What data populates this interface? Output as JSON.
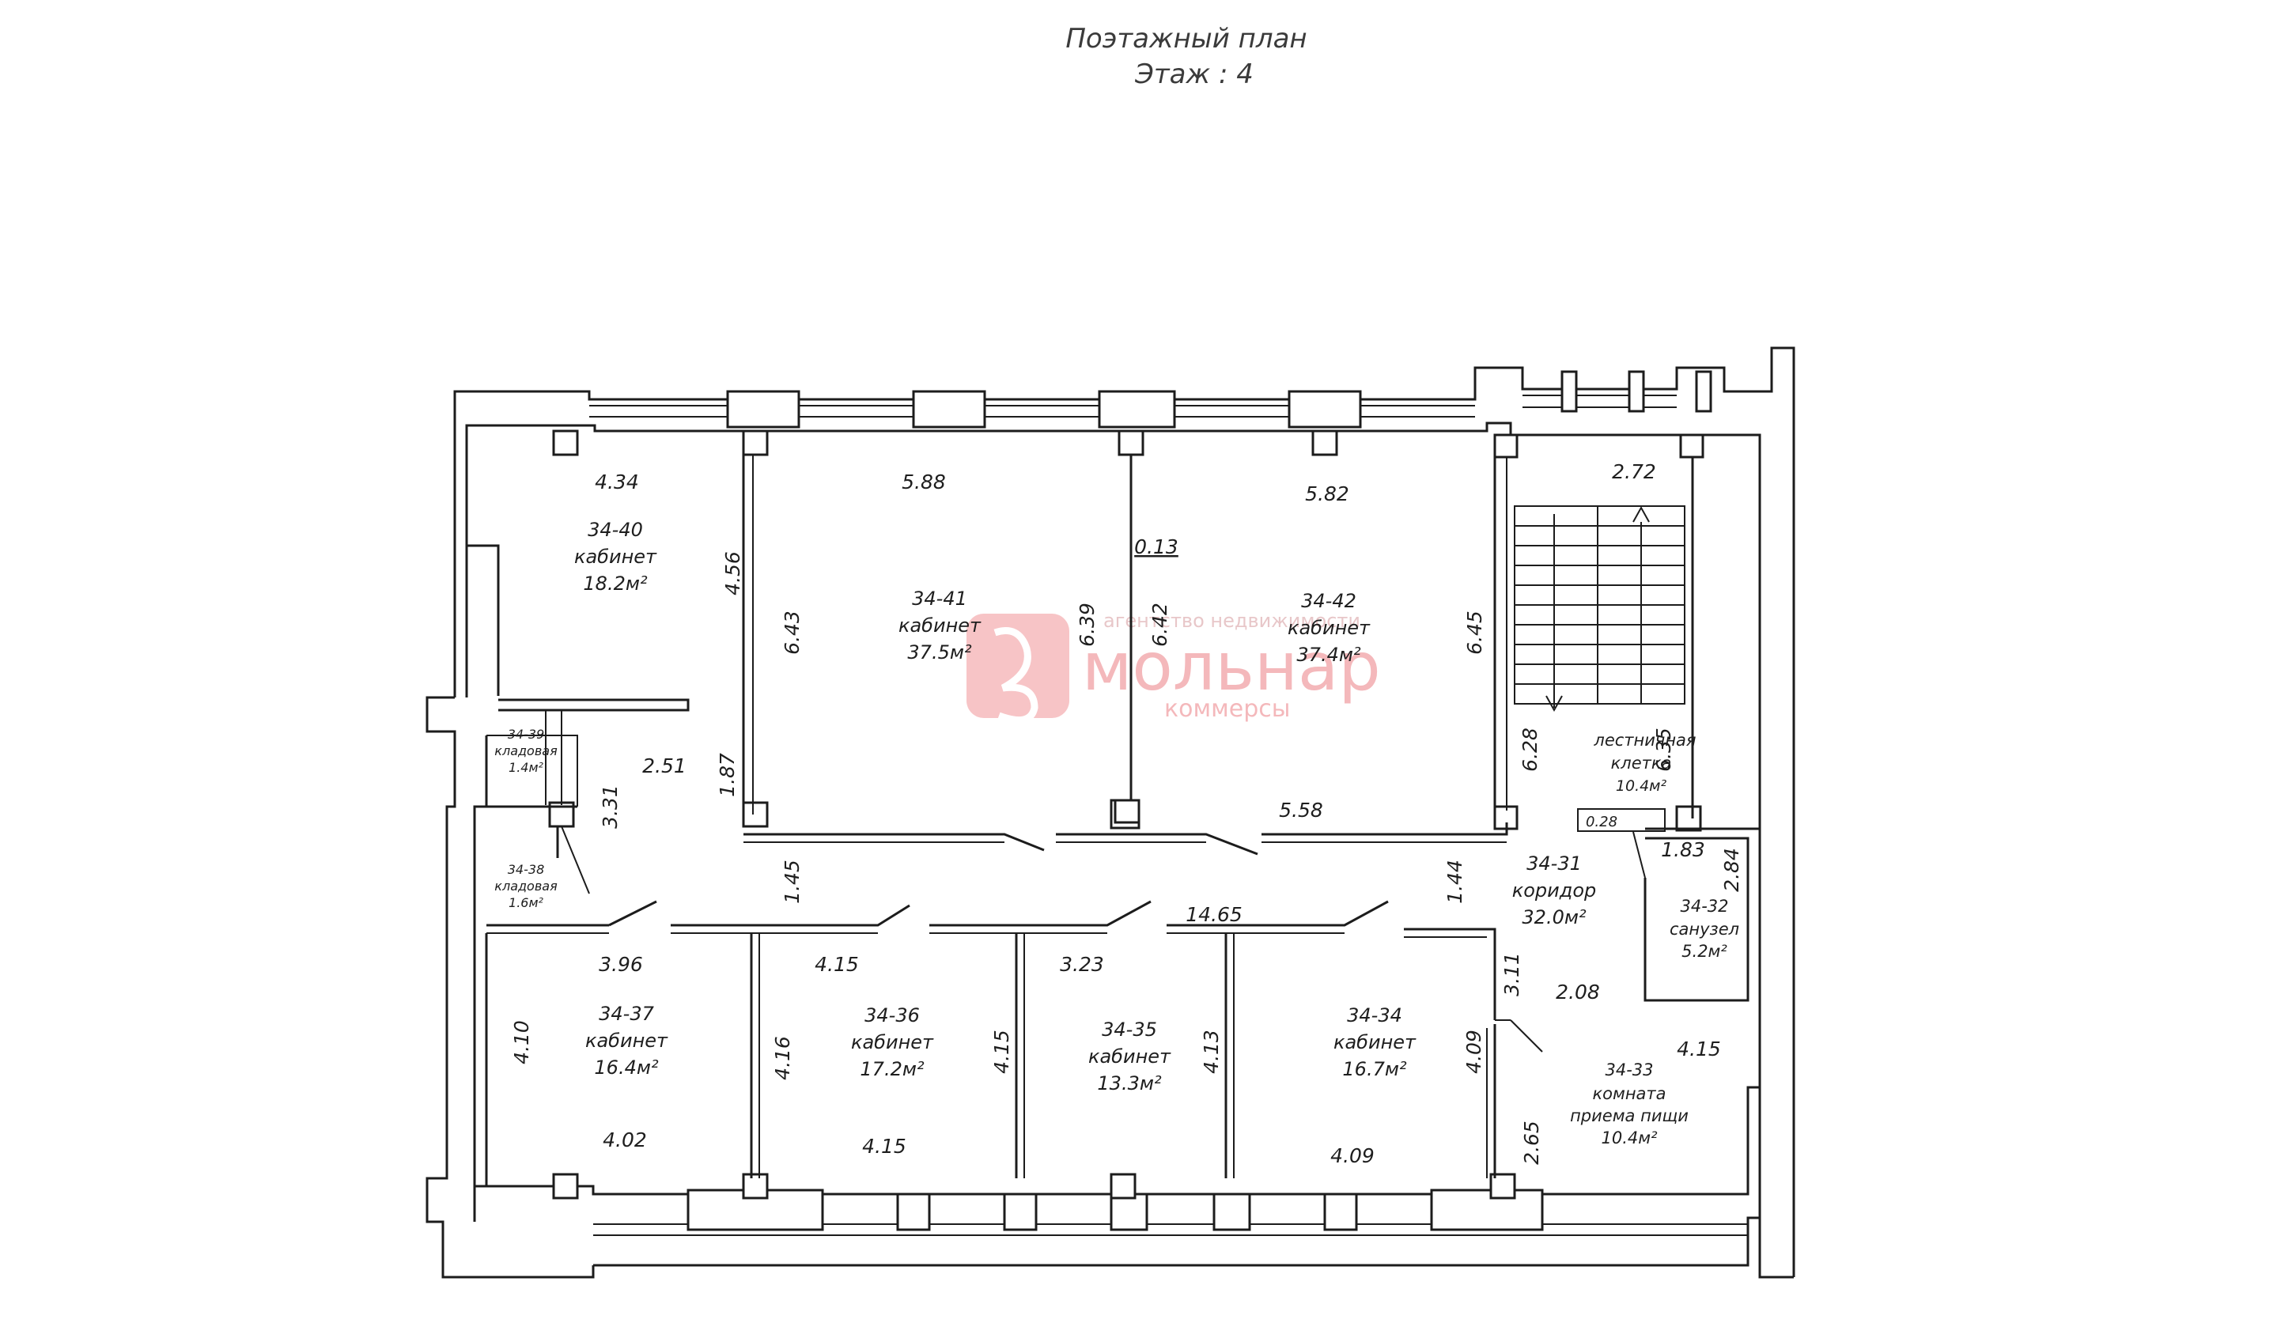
{
  "title": {
    "line1": "Поэтажный план",
    "line2": "Этаж : 4"
  },
  "watermark": {
    "top": "агентство недвижимости",
    "brand": "мольнар",
    "sub": "коммерсы",
    "color": "#f4b8bb"
  },
  "rooms": {
    "r40": {
      "id": "34-40",
      "type": "кабинет",
      "area": "18.2м²"
    },
    "r41": {
      "id": "34-41",
      "type": "кабинет",
      "area": "37.5м²"
    },
    "r42": {
      "id": "34-42",
      "type": "кабинет",
      "area": "37.4м²"
    },
    "r39": {
      "id": "34-39",
      "type": "кладовая",
      "area": "1.4м²"
    },
    "r38": {
      "id": "34-38",
      "type": "кладовая",
      "area": "1.6м²"
    },
    "stair": {
      "type1": "лестничная",
      "type2": "клетка",
      "area": "10.4м²"
    },
    "r31": {
      "id": "34-31",
      "type": "коридор",
      "area": "32.0м²"
    },
    "r32": {
      "id": "34-32",
      "type": "санузел",
      "area": "5.2м²"
    },
    "r37": {
      "id": "34-37",
      "type": "кабинет",
      "area": "16.4м²"
    },
    "r36": {
      "id": "34-36",
      "type": "кабинет",
      "area": "17.2м²"
    },
    "r35": {
      "id": "34-35",
      "type": "кабинет",
      "area": "13.3м²"
    },
    "r34": {
      "id": "34-34",
      "type": "кабинет",
      "area": "16.7м²"
    },
    "r33": {
      "id": "34-33",
      "type1": "комната",
      "type2": "приема пищи",
      "area": "10.4м²"
    }
  },
  "dims": {
    "d434": "4.34",
    "d588": "5.88",
    "d582": "5.82",
    "d272": "2.72",
    "d456": "4.56",
    "d643": "6.43",
    "d013": "0.13",
    "d639": "6.39",
    "d642": "6.42",
    "d645": "6.45",
    "d628": "6.28",
    "d635": "6.35",
    "d251": "2.51",
    "d187": "1.87",
    "d331": "3.31",
    "d558": "5.58",
    "d028": "0.28",
    "d183": "1.83",
    "d284": "2.84",
    "d145": "1.45",
    "d144": "1.44",
    "d1465": "14.65",
    "d396": "3.96",
    "d415a": "4.15",
    "d323": "3.23",
    "d311": "3.11",
    "d208": "2.08",
    "d415b": "4.15",
    "d410": "4.10",
    "d416": "4.16",
    "d415c": "4.15",
    "d413": "4.13",
    "d409": "4.09",
    "d402": "4.02",
    "d415d": "4.15",
    "d409b": "4.09",
    "d265": "2.65"
  }
}
